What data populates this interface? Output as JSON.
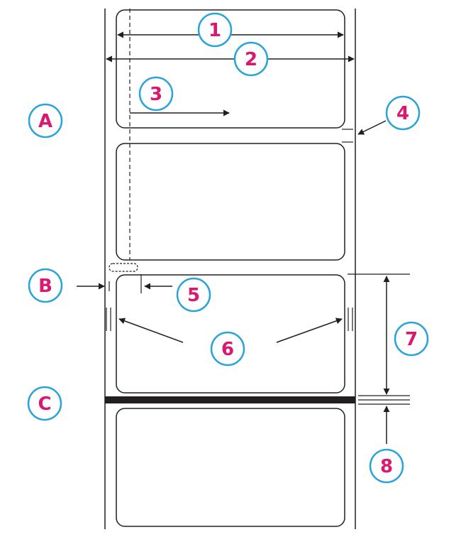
{
  "colors": {
    "callout_text": "#d8196d",
    "callout_ring": "#2aa3dc",
    "line": "#231f20"
  },
  "callouts": {
    "c1": "1",
    "c2": "2",
    "c3": "3",
    "c4": "4",
    "c5": "5",
    "c6": "6",
    "c7": "7",
    "c8": "8",
    "cA": "A",
    "cB": "B",
    "cC": "C"
  }
}
